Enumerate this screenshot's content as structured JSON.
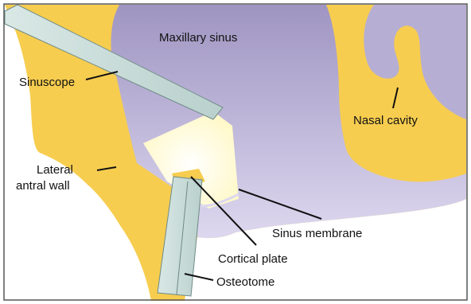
{
  "colors": {
    "bone": "#f7cd4f",
    "sinus": "#b7aed3",
    "sinus_deep": "#9f95c2",
    "membrane_light": "#ddd8ef",
    "instrument": "#b9d0cc",
    "instrument_edge": "#6e8a86",
    "light": "#fff8c6",
    "leader": "#111111",
    "frame": "#555555"
  },
  "labels": {
    "maxillary_sinus": "Maxillary sinus",
    "sinuscope": "Sinuscope",
    "nasal_cavity": "Nasal cavity",
    "lateral_antral_wall_line1": "Lateral",
    "lateral_antral_wall_line2": "antral wall",
    "sinus_membrane": "Sinus membrane",
    "cortical_plate": "Cortical plate",
    "osteotome": "Osteotome"
  }
}
